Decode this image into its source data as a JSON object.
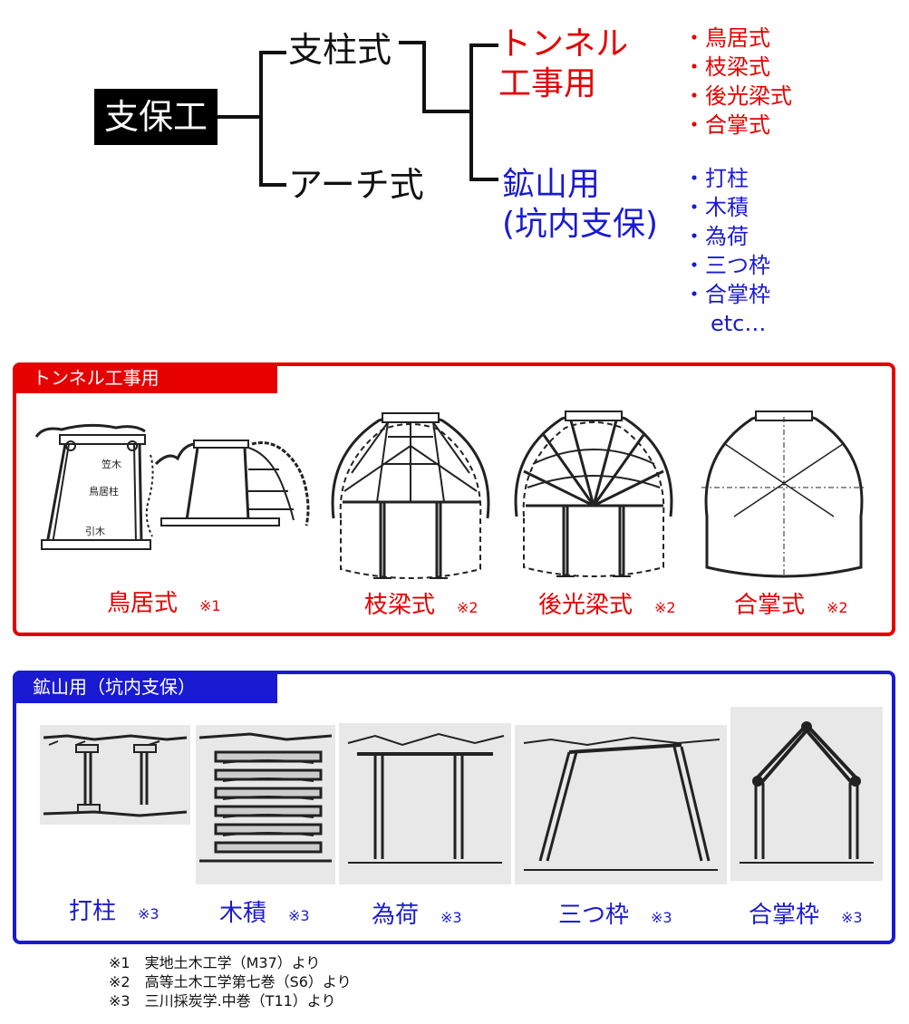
{
  "tree": {
    "root": "支保工",
    "branch_pillar": "支柱式",
    "branch_arch": "アーチ式",
    "tunnel_label_1": "トンネル",
    "tunnel_label_2": "工事用",
    "mine_label_1": "鉱山用",
    "mine_label_2": "(坑内支保)",
    "tunnel_items": [
      "・鳥居式",
      "・枝梁式",
      "・後光梁式",
      "・合掌式"
    ],
    "mine_items": [
      "・打柱",
      "・木積",
      "・為荷",
      "・三つ枠",
      "・合掌枠",
      "etc…"
    ]
  },
  "tunnel_panel": {
    "title": "トンネル工事用",
    "captions": [
      {
        "name": "鳥居式",
        "ref": "※1"
      },
      {
        "name": "枝梁式",
        "ref": "※2"
      },
      {
        "name": "後光梁式",
        "ref": "※2"
      },
      {
        "name": "合掌式",
        "ref": "※2"
      }
    ],
    "drawing_labels": {
      "top_beam": "笠木",
      "pillar": "鳥居柱",
      "sill": "引木"
    }
  },
  "mine_panel": {
    "title": "鉱山用（坑内支保）",
    "captions": [
      {
        "name": "打柱",
        "ref": "※3"
      },
      {
        "name": "木積",
        "ref": "※3"
      },
      {
        "name": "為荷",
        "ref": "※3"
      },
      {
        "name": "三つ枠",
        "ref": "※3"
      },
      {
        "name": "合掌枠",
        "ref": "※3"
      }
    ]
  },
  "footnotes": [
    "※1　実地土木工学（M37）より",
    "※2　高等土木工学第七巻（S6）より",
    "※3　三川採炭学.中巻（T11）より"
  ],
  "colors": {
    "red": "#e60000",
    "blue": "#1a1ad2",
    "black": "#111111"
  }
}
